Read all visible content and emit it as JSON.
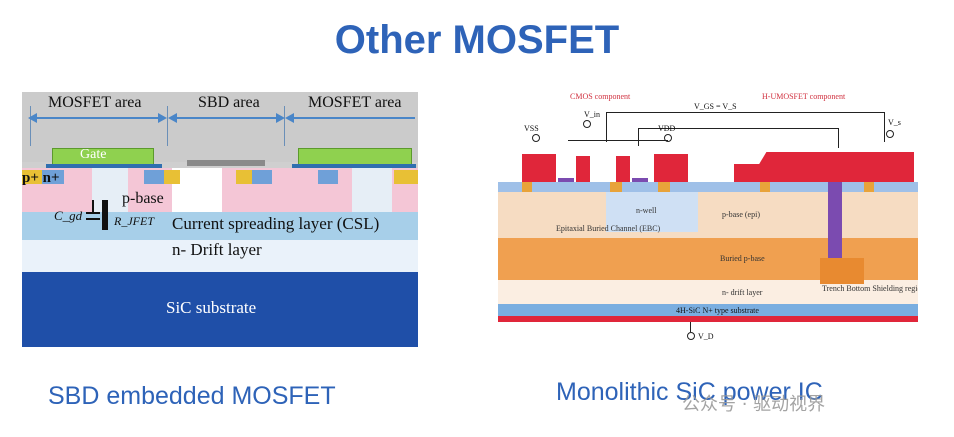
{
  "title": "Other MOSFET",
  "left_diagram": {
    "areas": [
      "MOSFET area",
      "SBD area",
      "MOSFET area"
    ],
    "gate_label": "Gate",
    "contact_label": "p+ n+",
    "pbase_label": "p-base",
    "cgd_label": "C_gd",
    "rjfet_label": "R_JFET",
    "csl_label": "Current spreading layer (CSL)",
    "drift_label": "n- Drift layer",
    "substrate_label": "SiC substrate",
    "caption": "SBD embedded MOSFET"
  },
  "right_diagram": {
    "cmos_label": "CMOS component",
    "umosfet_label": "H-UMOSFET component",
    "vss": "VSS",
    "vin": "V_in",
    "vdd": "VDD",
    "vs": "V_s",
    "vgs_eq": "V_GS = V_S",
    "nwell": "n-well",
    "pbase_epi": "p-base (epi)",
    "ebc": "Epitaxial Buried Channel (EBC)",
    "buried_pbase": "Buried p-base",
    "drift": "n- drift layer",
    "trench_shield": "Trench Bottom Shielding region",
    "substrate": "4H-SiC N+ type substrate",
    "vd": "V_D",
    "caption": "Monolithic SiC power IC"
  },
  "watermark": "公众号 · 驱动视界",
  "colors": {
    "title_blue": "#2e63b8",
    "substrate_blue": "#1f4fa8",
    "csl_blue": "#a7cfe9",
    "gate_green": "#8fd14f",
    "pbase_pink": "#f4c6d6",
    "ic_red": "#e0263a",
    "ic_orange": "#f0a050",
    "ic_purple": "#7b4bb0"
  }
}
